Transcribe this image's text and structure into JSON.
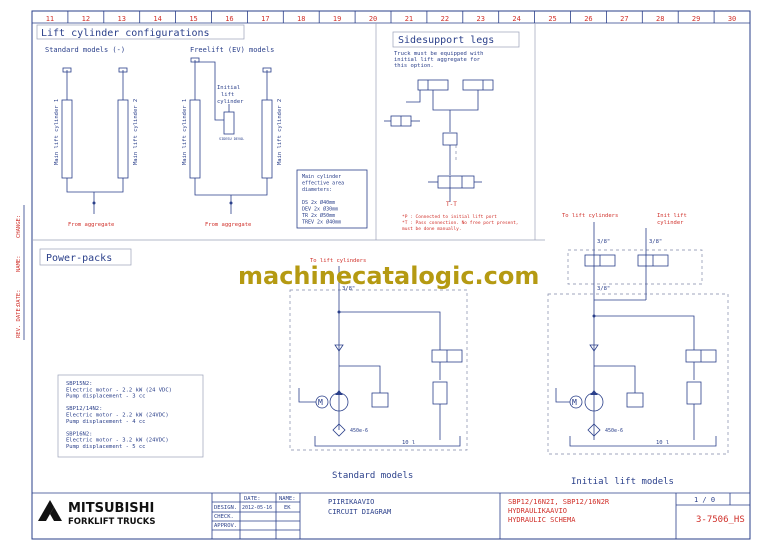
{
  "grid_numbers": [
    "11",
    "12",
    "13",
    "14",
    "15",
    "16",
    "17",
    "18",
    "19",
    "20",
    "21",
    "22",
    "23",
    "24",
    "25",
    "26",
    "27",
    "28",
    "29",
    "30"
  ],
  "side_labels": [
    "CHANGE:",
    "NAME:",
    "DATE:",
    "REV. DATE:"
  ],
  "lift_section": {
    "title": "Lift cylinder configurations",
    "standard_heading": "Standard models (-)",
    "freelift_heading": "Freelift (EV) models",
    "cyl1": "Main lift cylinder 1",
    "cyl2": "Main lift cylinder 2",
    "initial_cyl": [
      "Initial",
      "lift",
      "cylinder"
    ],
    "small_label": "SIDESU DEVOL",
    "from_aggregate": "From aggregate",
    "diameters": [
      "Main cylinder",
      "effective area",
      "diameters:",
      "",
      "DS    2x Ø40mm",
      "DEV   2x Ø30mm",
      "TR    2x Ø50mm",
      "TREV  2x Ø40mm"
    ]
  },
  "sidesupport": {
    "title": "Sidesupport legs",
    "note": [
      "Truck must be equipped with",
      "initial lift aggregate for",
      "this option."
    ],
    "footnotes": [
      "*P : Connected to initial lift port",
      "*T : Pass connection. No free port present,",
      "     must be done manually."
    ]
  },
  "powerpacks": {
    "title": "Power-packs",
    "specs": [
      "SBP15N2:",
      "Electric motor -     2.2 kW (24 VDC)",
      "Pump displacement - 3 cc",
      "",
      "SBP12/14N2:",
      "Electric motor -    2.2 kW (24VDC)",
      "Pump displacement - 4 cc",
      "",
      "SBP16N2:",
      "Electric motor -    3.2 kW (24VDC)",
      "Pump displacement - 5 cc"
    ]
  },
  "hydraulics": {
    "to_lift_cylinders": "To lift cylinders",
    "to_lift_cylinders_right": "To lift cylinders",
    "init_lift_cyl": [
      "Init lift",
      "cylinder"
    ],
    "pipe": "3/8\"",
    "motor": "M",
    "filter": "450e-6",
    "tank": "10 l",
    "standard_caption": "Standard models",
    "initial_caption": "Initial lift models",
    "tt": "T-T"
  },
  "watermark": "machinecatalogic.com",
  "title_block": {
    "brand1": "MITSUBISHI",
    "brand2": "FORKLIFT TRUCKS",
    "date_label": "DATE:",
    "name_label": "NAME:",
    "design_label": "DESIGN.",
    "design_date": "2012-05-16",
    "design_name": "EK",
    "check_label": "CHECK.",
    "approv_label": "APPROV.",
    "title_fi": "PIIRIKAAVIO",
    "title_en": "CIRCUIT DIAGRAM",
    "model_line": "SBP12/16N2I, SBP12/16N2R",
    "sub_fi": "HYDRAULIKAAVIO",
    "sub_en": "HYDRAULIC SCHEMA",
    "sheet": "1 / 0",
    "doc_no": "3-7506_HS"
  },
  "colors": {
    "ink": "#2a3f8a",
    "grid_red": "#d0302a",
    "watermark": "#b59a12"
  }
}
